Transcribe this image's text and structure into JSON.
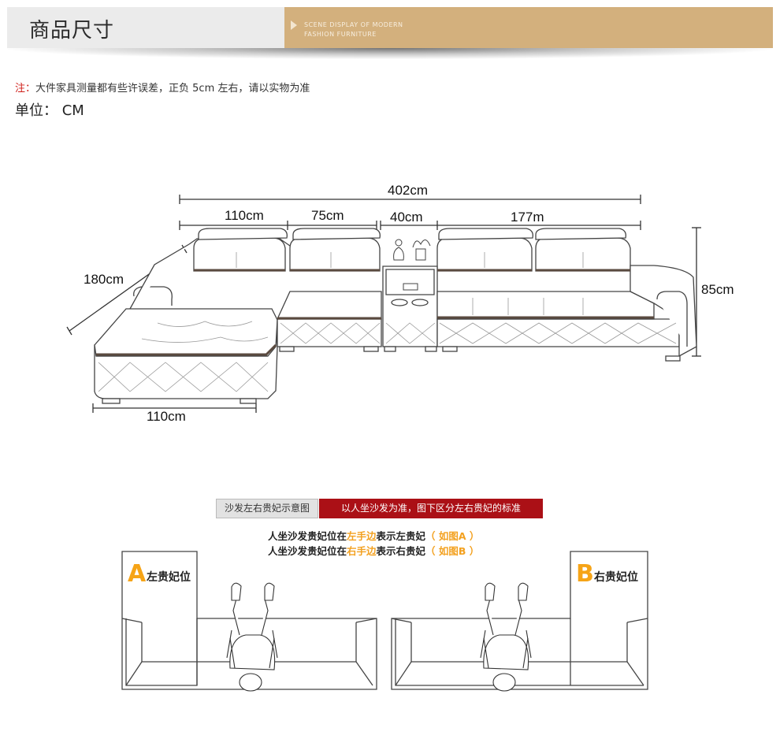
{
  "header": {
    "title": "商品尺寸",
    "subtitle_line1": "SCENE DISPLAY OF MODERN",
    "subtitle_line2": "FASHION FURNITURE"
  },
  "note": {
    "prefix": "注：",
    "text": "大件家具测量都有些许误差，正负 5cm 左右，请以实物为准"
  },
  "unit": "单位： CM",
  "dimensions": {
    "total_width": "402cm",
    "seg_chaise_back": "110cm",
    "seg_middle": "75cm",
    "seg_console": "40cm",
    "seg_right": "177m",
    "depth": "180cm",
    "height": "85cm",
    "chaise_width": "110cm"
  },
  "legend": {
    "label": "沙发左右贵妃示意图",
    "banner": "以人坐沙发为准，图下区分左右贵妃的标准"
  },
  "explain": {
    "line1": {
      "pre": "人坐沙发贵妃位在",
      "hl": "左手边",
      "post": "表示左贵妃",
      "tag": "（ 如图A ）"
    },
    "line2": {
      "pre": "人坐沙发贵妃位在",
      "hl": "右手边",
      "post": "表示右贵妃",
      "tag": "（ 如图B ）"
    }
  },
  "diagram_a": {
    "letter": "A",
    "label": "左贵妃位"
  },
  "diagram_b": {
    "letter": "B",
    "label": "右贵妃位"
  },
  "colors": {
    "accent_gold": "#d3b07d",
    "note_red": "#d0201b",
    "banner_red": "#ab1016",
    "highlight_orange": "#f3a120"
  }
}
